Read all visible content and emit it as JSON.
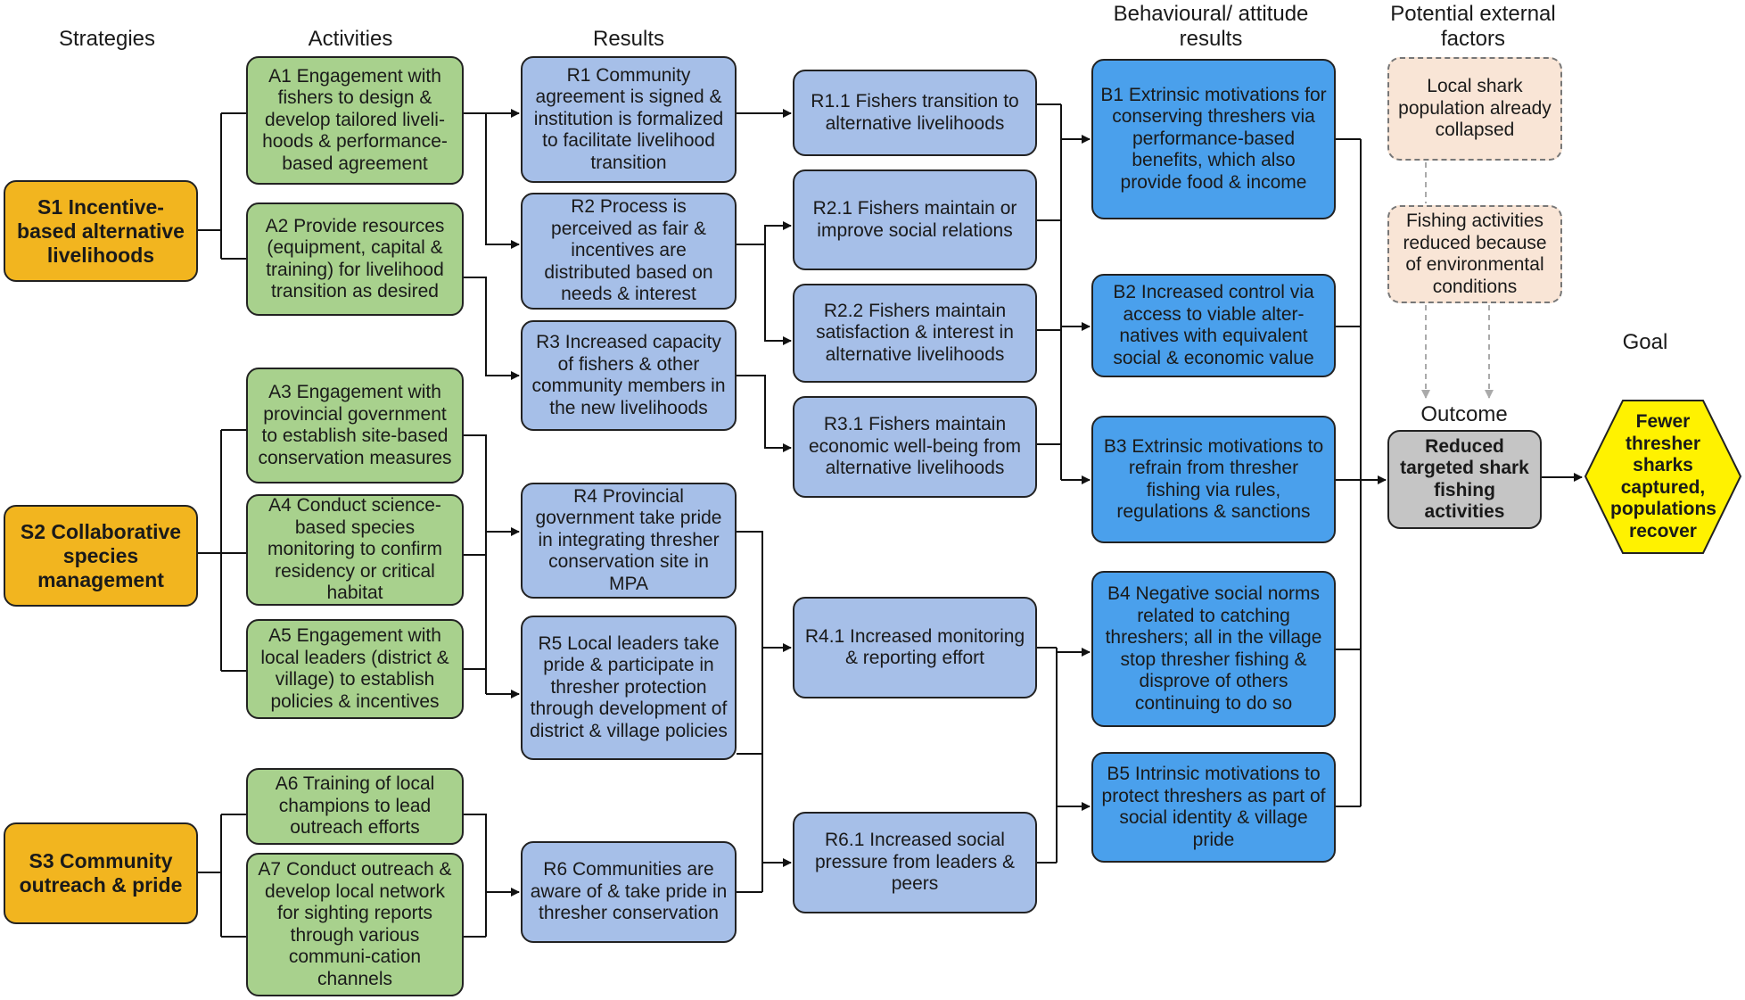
{
  "headers": {
    "strategies": "Strategies",
    "activities": "Activities",
    "results": "Results",
    "behavioural": "Behavioural/ attitude results",
    "external": "Potential external factors",
    "goal": "Goal",
    "outcome": "Outcome"
  },
  "strategies": {
    "s1": "S1 Incentive-based alternative livelihoods",
    "s2": "S2 Collaborative species management",
    "s3": "S3 Community outreach & pride"
  },
  "activities": {
    "a1": "A1 Engagement with fishers to design & develop tailored liveli-hoods & performance-based agreement",
    "a2": "A2 Provide resources (equipment, capital & training) for livelihood transition as desired",
    "a3": "A3 Engagement with provincial government to establish site-based conservation measures",
    "a4": "A4 Conduct science-based species monitoring to confirm residency or critical habitat",
    "a5": "A5 Engagement with local leaders (district & village) to establish policies & incentives",
    "a6": "A6 Training of local champions to lead outreach efforts",
    "a7": "A7 Conduct outreach & develop local network for sighting reports through various communi-cation channels"
  },
  "results": {
    "r1": "R1 Community agreement is signed & institution is formalized to facilitate livelihood transition",
    "r2": "R2 Process is perceived as fair & incentives are distributed based on needs & interest",
    "r3": "R3 Increased capacity of fishers & other community members in the new livelihoods",
    "r4": "R4 Provincial government take pride in integrating thresher conservation site in MPA",
    "r5": "R5 Local leaders take pride & participate in thresher protection through development of district & village policies",
    "r6": "R6 Communities are aware of & take pride in thresher conservation"
  },
  "sub_results": {
    "r1_1": "R1.1 Fishers transition to alternative livelihoods",
    "r2_1": "R2.1 Fishers maintain or improve social relations",
    "r2_2": "R2.2 Fishers maintain satisfaction & interest in alternative livelihoods",
    "r3_1": "R3.1 Fishers maintain economic well-being from alternative livelihoods",
    "r4_1": "R4.1 Increased monitoring & reporting effort",
    "r6_1": "R6.1 Increased social pressure from leaders & peers"
  },
  "behavioural": {
    "b1": "B1 Extrinsic motivations for conserving threshers via performance-based benefits, which also provide food & income",
    "b2": "B2 Increased control via access to viable alter-natives with equivalent social & economic value",
    "b3": "B3 Extrinsic motivations to refrain from thresher fishing via rules, regulations & sanctions",
    "b4": "B4 Negative social norms related to catching threshers; all in the village stop thresher fishing & disprove of others continuing to do so",
    "b5": "B5 Intrinsic motivations to protect threshers as part of social identity & village pride"
  },
  "external": {
    "e1": "Local shark population already collapsed",
    "e2": "Fishing activities reduced because of environmental conditions"
  },
  "outcome": "Reduced targeted shark fishing activities",
  "goal": "Fewer thresher sharks captured, populations recover",
  "colors": {
    "strategy": "#f2b51f",
    "activity": "#a8d18d",
    "result": "#a6bfe8",
    "behavioural": "#4aa0ec",
    "external": "#f9e5d6",
    "outcome": "#c5c5c5",
    "goal": "#fff200"
  }
}
